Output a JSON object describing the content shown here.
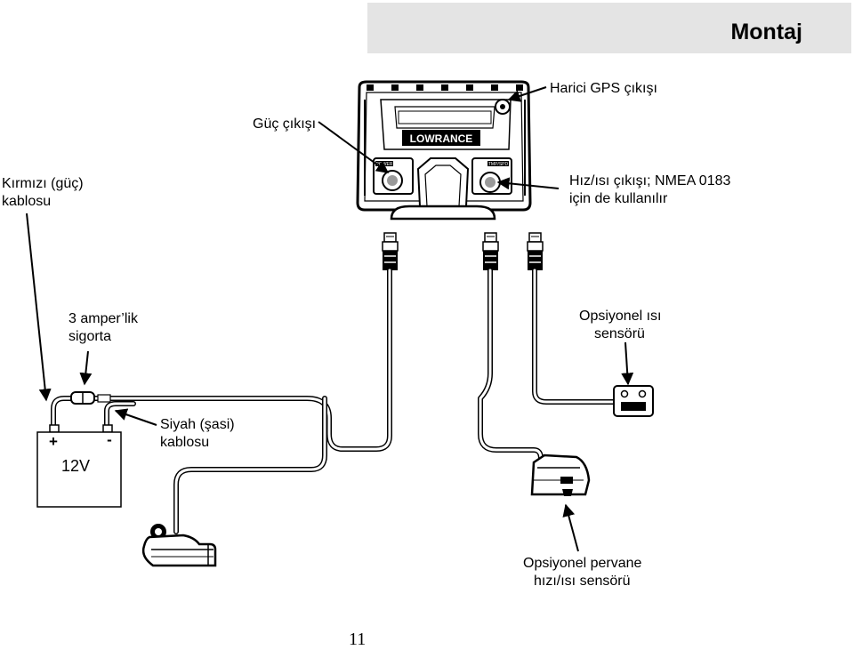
{
  "header": {
    "title": "Montaj"
  },
  "device": {
    "brand": "LOWRANCE",
    "power_port": "POWER",
    "temp_port": "TMP/SPD"
  },
  "battery": {
    "plus": "+",
    "minus": "-",
    "voltage": "12V"
  },
  "labels": {
    "gps_port": "Harici GPS çıkışı",
    "power_port": "Güç çıkışı",
    "red_cable_line1": "Kırmızı (güç)",
    "red_cable_line2": "kablosu",
    "speed_port_line1": "Hız/ısı çıkışı; NMEA 0183",
    "speed_port_line2": "için de kullanılır",
    "fuse_line1": "3 amper’lik",
    "fuse_line2": "sigorta",
    "temp_sensor_line1": "Opsiyonel ısı",
    "temp_sensor_line2": "sensörü",
    "black_cable_line1": "Siyah (şasi)",
    "black_cable_line2": "kablosu",
    "paddle_sensor_line1": "Opsiyonel pervane",
    "paddle_sensor_line2": "hızı/ısı sensörü"
  },
  "page": {
    "number": "11"
  }
}
